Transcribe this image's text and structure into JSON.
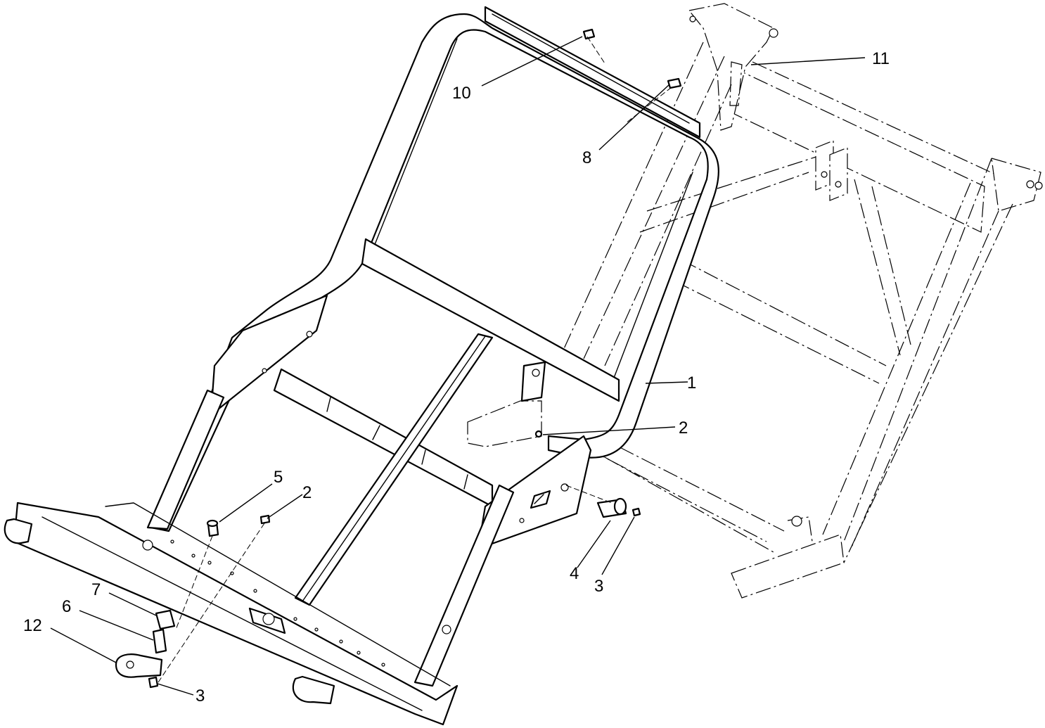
{
  "callouts": [
    {
      "id": "1",
      "label": "1"
    },
    {
      "id": "2a",
      "label": "2"
    },
    {
      "id": "2b",
      "label": "2"
    },
    {
      "id": "3a",
      "label": "3"
    },
    {
      "id": "3b",
      "label": "3"
    },
    {
      "id": "4",
      "label": "4"
    },
    {
      "id": "5",
      "label": "5"
    },
    {
      "id": "6",
      "label": "6"
    },
    {
      "id": "7",
      "label": "7"
    },
    {
      "id": "8",
      "label": "8"
    },
    {
      "id": "10",
      "label": "10"
    },
    {
      "id": "11",
      "label": "11"
    },
    {
      "id": "12",
      "label": "12"
    }
  ]
}
